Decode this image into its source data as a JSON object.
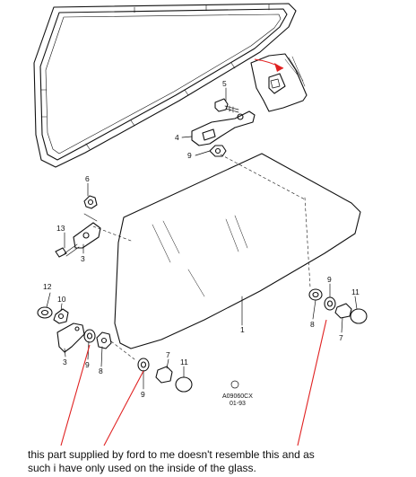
{
  "diagram": {
    "callouts": {
      "c1": "1",
      "c3a": "3",
      "c3b": "3",
      "c4": "4",
      "c5": "5",
      "c6": "6",
      "c7a": "7",
      "c7b": "7",
      "c8a": "8",
      "c8b": "8",
      "c9a": "9",
      "c9b": "9",
      "c9c": "9",
      "c9d": "9",
      "c10": "10",
      "c11a": "11",
      "c11b": "11",
      "c12": "12",
      "c13": "13"
    },
    "reference_code": "A09060CX",
    "reference_date": "01-93"
  },
  "caption": {
    "line1": "this part supplied by ford to me doesn't resemble this and as",
    "line2": "such i have only used on the inside of the glass."
  },
  "colors": {
    "annotation_line": "#e02020",
    "line_art": "#111111",
    "background": "#ffffff"
  }
}
